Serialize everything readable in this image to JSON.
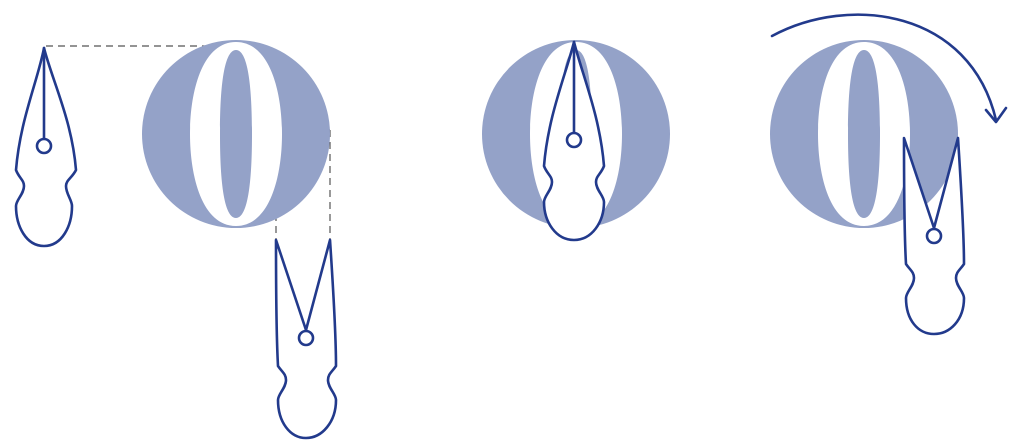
{
  "colors": {
    "background": "#ffffff",
    "circle_fill": "#94a2c8",
    "letter_counter": "#ffffff",
    "nib_stroke": "#223a8c",
    "guide_line": "#555555",
    "arrow_stroke": "#223a8c"
  },
  "figure": {
    "letter": "O",
    "panel_count": 3,
    "panels": [
      {
        "name": "nib-tip-aligned-with-thin-stroke",
        "nib_pose": "upright-apart"
      },
      {
        "name": "nib-over-letter",
        "nib_pose": "upright-on-letter"
      },
      {
        "name": "nib-rotated-arrow",
        "nib_pose": "rotated",
        "rotation_direction": "clockwise"
      }
    ]
  },
  "icons": {
    "nib": "pen-nib-icon",
    "rotate_arrow": "clockwise-arrow-icon",
    "guide_lines": "dashed-guide-lines"
  }
}
